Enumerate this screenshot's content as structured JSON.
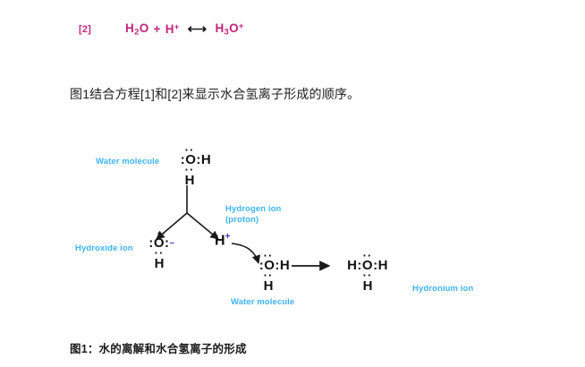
{
  "equation": {
    "tag": "[2]",
    "reactant_1": "H2O",
    "reactant_1_formula": "H",
    "reactant_1_sub": "2",
    "reactant_1_tail": "O",
    "plus": "+",
    "reactant_2_formula": "H",
    "reactant_2_charge": "+",
    "arrow": "⟷",
    "product_formula": "H",
    "product_sub": "3",
    "product_tail": "O",
    "product_charge": "+",
    "color": "#c2257e"
  },
  "paragraph": {
    "text": "图1结合方程[1]和[2]来显示水合氢离子形成的顺序。"
  },
  "diagram": {
    "label_color": "#3cb3ef",
    "labels": {
      "water_molecule_top": "Water molecule",
      "hydroxide_ion": "Hydroxide ion",
      "hydrogen_ion_line1": "Hydrogen ion",
      "hydrogen_ion_line2": "(proton)",
      "water_molecule_bottom": "Water molecule",
      "hydronium_ion": "Hydronium ion"
    },
    "structures": {
      "water_top": {
        "dots_top": "··",
        "left_pair": ":",
        "atom": "O",
        "right_pair": ":",
        "bonded_h": "H",
        "dots_bottom": "··",
        "lower_h": "H"
      },
      "hydroxide": {
        "dots_top": "··",
        "left_pair": ":",
        "atom": "O",
        "right_pair": ":",
        "dots_bottom": "··",
        "lower_h": "H",
        "charge": "–"
      },
      "hydrogen_ion": {
        "atom": "H",
        "charge": "+"
      },
      "water_bottom": {
        "dots_top": "··",
        "left_pair": ":",
        "atom": "O",
        "right_pair": ":",
        "bonded_h": "H",
        "dots_bottom": "··",
        "lower_h": "H"
      },
      "hydronium": {
        "dots_top": "··",
        "left_h": "H",
        "left_pair": ":",
        "atom": "O",
        "right_pair": ":",
        "right_h": "H",
        "dots_bottom": "··",
        "lower_h": "H"
      }
    }
  },
  "figure_caption": {
    "text": "图1：水的离解和水合氢离子的形成"
  }
}
